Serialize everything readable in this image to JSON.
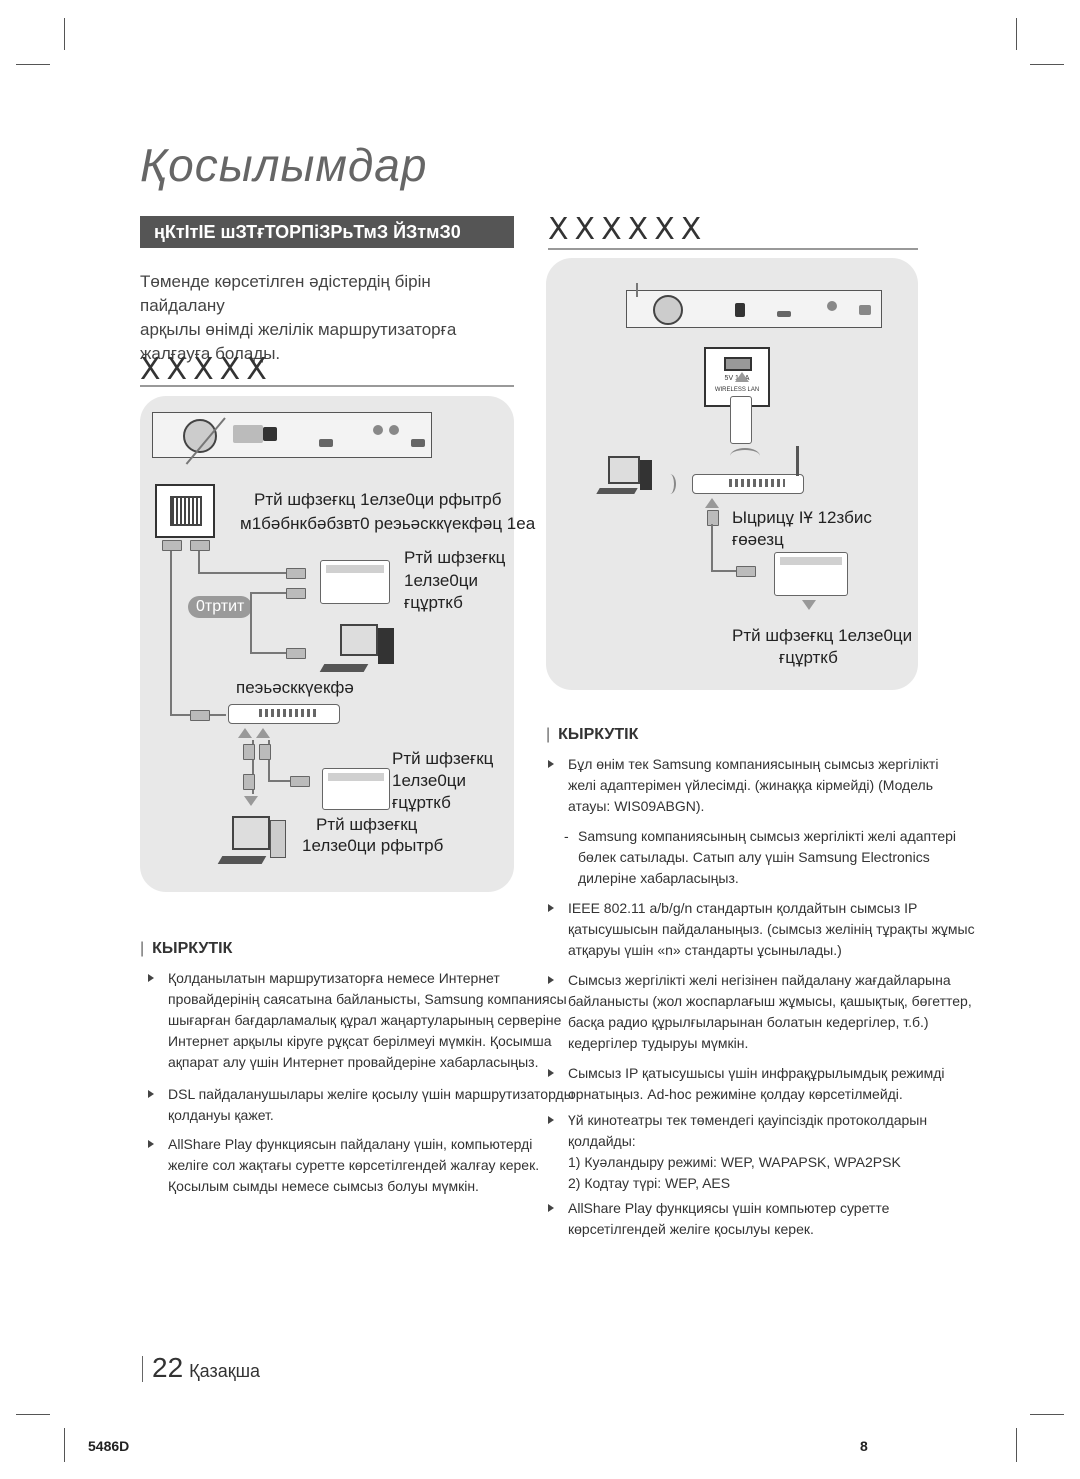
{
  "page": {
    "title": "Қосылымдар",
    "section_bar": "ңКтІтІЕ шЗТғТОРПіЗРьТмЗ ЙЗтмЗ0",
    "right_heading": "ⅩⅩⅩⅩⅩⅩ",
    "left_subheading": "ⅩⅩⅩⅩⅩ",
    "intro_lines": [
      "Төменде көрсетілген әдістердің бірін пайдалану",
      "арқылы өнімді желілік маршрутизаторға",
      "жалғауға болады."
    ],
    "page_number": "22",
    "page_lang": "Қазақша",
    "footer_left": "5486D",
    "footer_right": "8"
  },
  "left_diagram": {
    "label_top_1": "Ртй шфзеғкц 1елзе0ци рфытрб",
    "label_top_2": "м1бәбнкбәбзвт0 реэьәсккүекфәц 1еа",
    "label_router_1": [
      "Ртй шфзеғкц",
      "1елзе0ци",
      "ғцұрткб"
    ],
    "oval": "0тртит",
    "label_pc": "пеэьәсккүекфә",
    "label_router_2": [
      "Ртй шфзеғкц",
      "1елзе0ци",
      "ғцұрткб"
    ],
    "label_bottom": [
      "Ртй шфзеғкц",
      "1елзе0ци рфытрб"
    ]
  },
  "right_diagram": {
    "dongle_text_1": "5V 1mA",
    "dongle_text_2": "WIRELESS LAN",
    "label_1": [
      "Ыцрицұ ІҰ 12збис",
      "ғөәезц"
    ],
    "label_2": [
      "Ртй шфзеғкц 1елзе0ци",
      "ғцұрткб"
    ]
  },
  "left_notes": {
    "heading": "КЫРКУТІК",
    "items": [
      [
        "Қолданылатын маршрутизаторға немесе Интернет",
        "провайдерінің саясатына байланысты, Samsung компаниясы",
        "шығарған бағдарламалық құрал жаңартуларының серверіне",
        "Интернет арқылы кіруге рұқсат берілмеуі мүмкін. Қосымша",
        "ақпарат алу үшін Интернет провайдеріне хабарласыңыз."
      ],
      [
        "DSL пайдаланушылары желіге қосылу үшін маршрутизаторды",
        "қолдануы қажет."
      ],
      [
        "AllShare Play функциясын пайдалану үшін, компьютерді",
        "желіге сол жақтағы суретте көрсетілгендей жалғау керек.",
        "Қосылым сымды немесе сымсыз болуы мүмкін."
      ]
    ]
  },
  "right_notes": {
    "heading": "КЫРКУТІК",
    "item1": [
      "Бұл өнім тек Samsung компаниясының сымсыз жергілікті",
      "желі адаптерімен үйлесімді. (жинаққа кірмейді) (Модель",
      "атауы: WIS09ABGN)."
    ],
    "sub1": [
      "Samsung компаниясының сымсыз жергілікті желі адаптері",
      "бөлек сатылады. Сатып алу үшін Samsung Electronics",
      "дилеріне хабарласыңыз."
    ],
    "item2": [
      "IEEE 802.11 a/b/g/n стандартын қолдайтын сымсыз IP",
      "қатысушысын пайдаланыңыз. (сымсыз желінің тұрақты жұмыс",
      "атқаруы үшін «n» стандарты ұсынылады.)"
    ],
    "item3": [
      "Сымсыз жергілікті желі негізінен пайдалану жағдайларына",
      "байланысты (жол жоспарлағыш жұмысы, қашықтық, бөгеттер,",
      "басқа радио құрылғыларынан болатын кедергілер, т.б.)",
      "кедергілер тудыруы мүмкін."
    ],
    "item4": [
      "Сымсыз IP қатысушысы үшін инфрақұрылымдық режимді",
      "орнатыңыз. Ad-hoc режиміне қолдау көрсетілмейді."
    ],
    "item5": [
      "Үй кинотеатры тек төмендегі қауіпсіздік протоколдарын",
      "қолдайды:",
      "1) Куәландыру режимі: WEP, WAPAPSK, WPA2PSK",
      "2) Кодтау түрі: WEP, AES"
    ],
    "item6": [
      "AllShare Play функциясы үшін компьютер суретте",
      "көрсетілгендей желіге қосылуы керек."
    ]
  }
}
